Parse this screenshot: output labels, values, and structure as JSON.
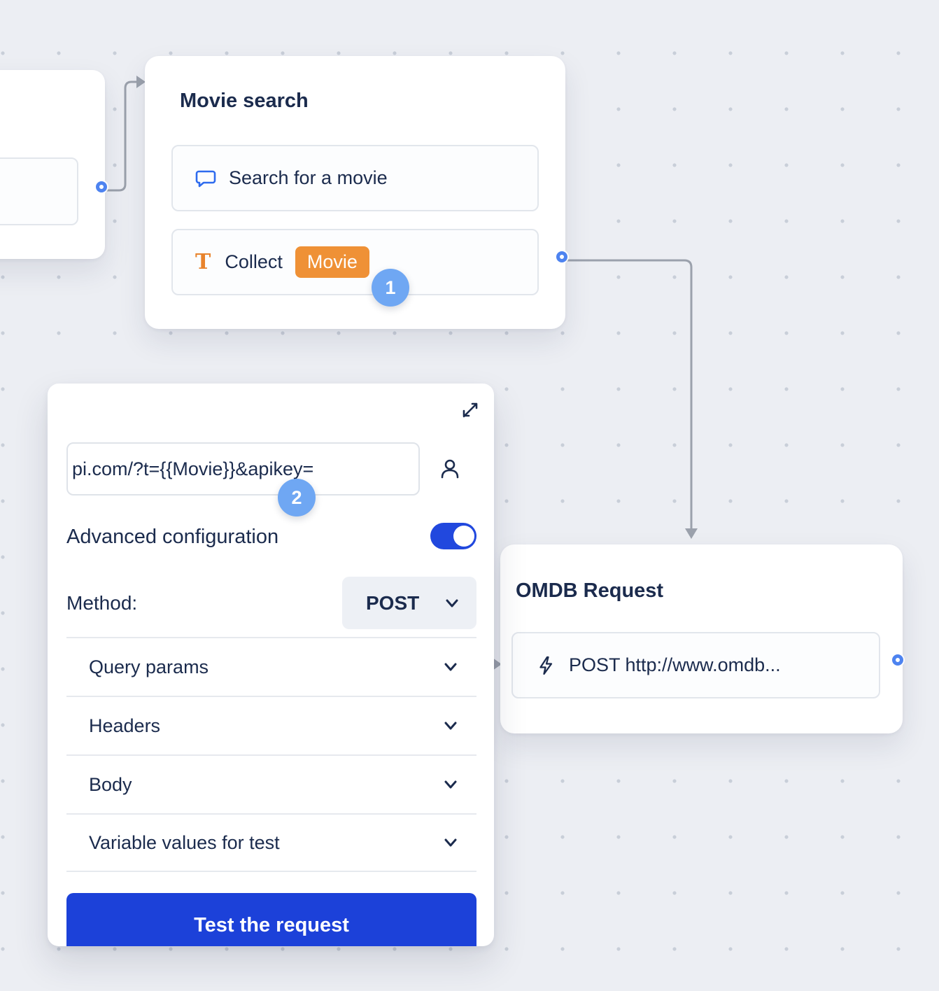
{
  "flow": {
    "movie_search": {
      "title": "Movie search",
      "search_row": {
        "label": "Search for a movie"
      },
      "collect_row": {
        "label": "Collect",
        "variable_badge": "Movie"
      },
      "step_badge": "1"
    },
    "omdb_request": {
      "title": "OMDB Request",
      "request_row": {
        "label": "POST http://www.omdb..."
      }
    }
  },
  "editor": {
    "url_input": {
      "value": "pi.com/?t={{Movie}}&apikey="
    },
    "step_badge": "2",
    "advanced_toggle_label": "Advanced configuration",
    "method_label": "Method:",
    "method_value": "POST",
    "sections": [
      {
        "label": "Query params"
      },
      {
        "label": "Headers"
      },
      {
        "label": "Body"
      },
      {
        "label": "Variable values for test"
      }
    ],
    "test_button_label": "Test the request"
  },
  "colors": {
    "canvas_bg": "#ECEEF3",
    "accent_blue": "#2E6BEE",
    "orange_badge": "#EF9136",
    "toggle_blue": "#2148DE",
    "button_blue": "#1C41D9",
    "step_badge_blue": "#6FA7F3",
    "port_blue": "#4D83F0",
    "connector_gray": "#9BA1AC",
    "text_navy": "#1B2B4D"
  }
}
